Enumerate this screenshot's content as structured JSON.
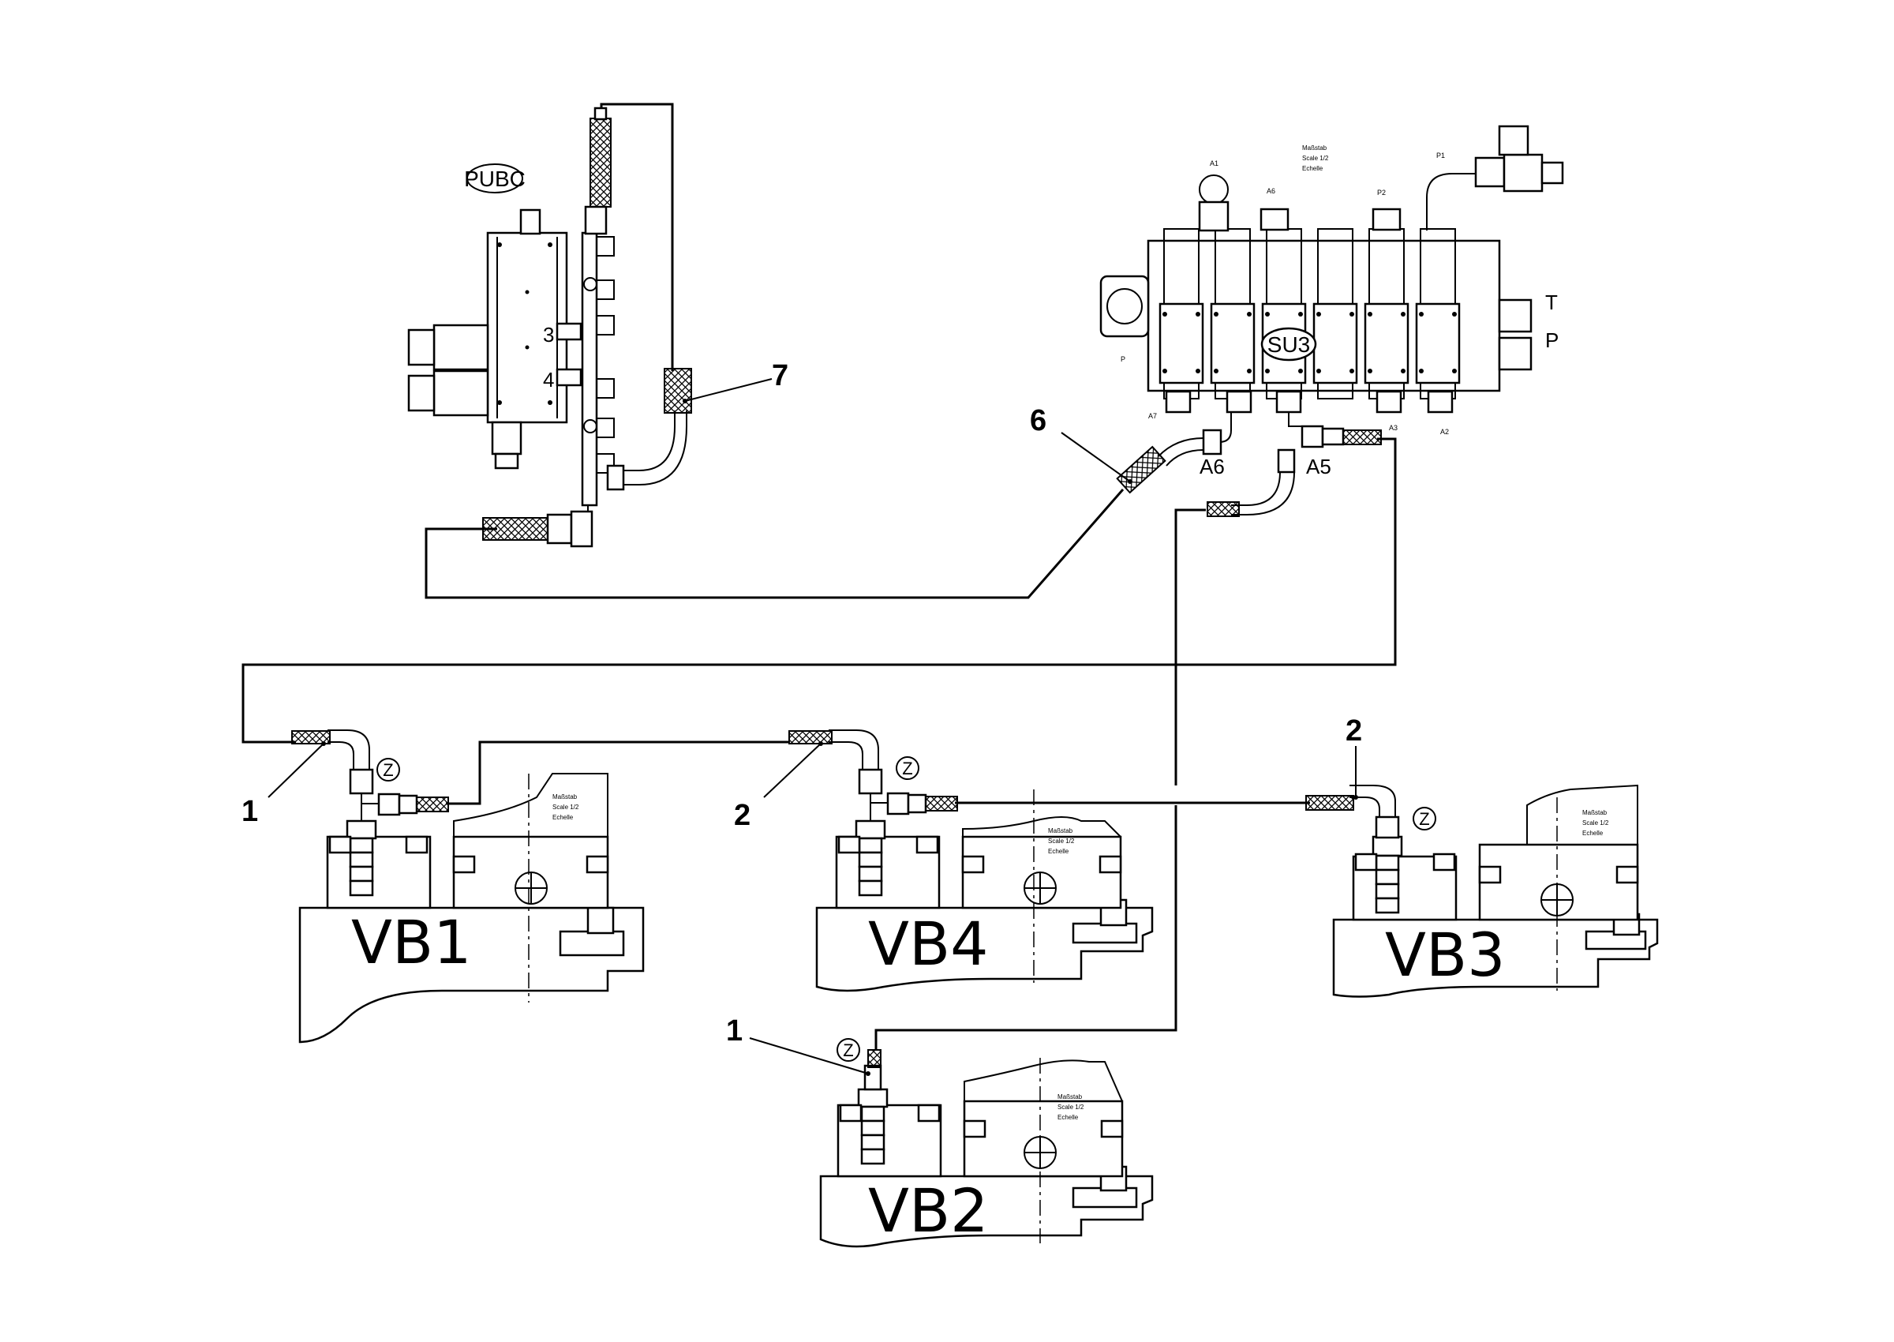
{
  "labels": {
    "pubc": "PUBC",
    "su3": "SU3",
    "vb1": "VB1",
    "vb2": "VB2",
    "vb3": "VB3",
    "vb4": "VB4",
    "ports": {
      "a1": "A1",
      "a6_top": "A6",
      "p2": "P2",
      "p1": "P1",
      "a7": "A7",
      "a3": "A3",
      "a2": "A2",
      "p_left": "P",
      "t_right": "T",
      "p_right": "P",
      "a6": "A6",
      "a5": "A5",
      "pubc_3": "3",
      "pubc_4": "4"
    },
    "callouts": {
      "c7": "7",
      "c6": "6",
      "c1_vb1": "1",
      "c2_vb4": "2",
      "c2_vb3": "2",
      "c1_vb2": "1"
    },
    "z_marks": {
      "z_vb1": "Z",
      "z_vb4": "Z",
      "z_vb3": "Z",
      "z_vb2": "Z"
    },
    "scale_blocks": {
      "line1": "Maßstab",
      "line2": "Scale  1/2",
      "line3": "Echelle"
    }
  }
}
